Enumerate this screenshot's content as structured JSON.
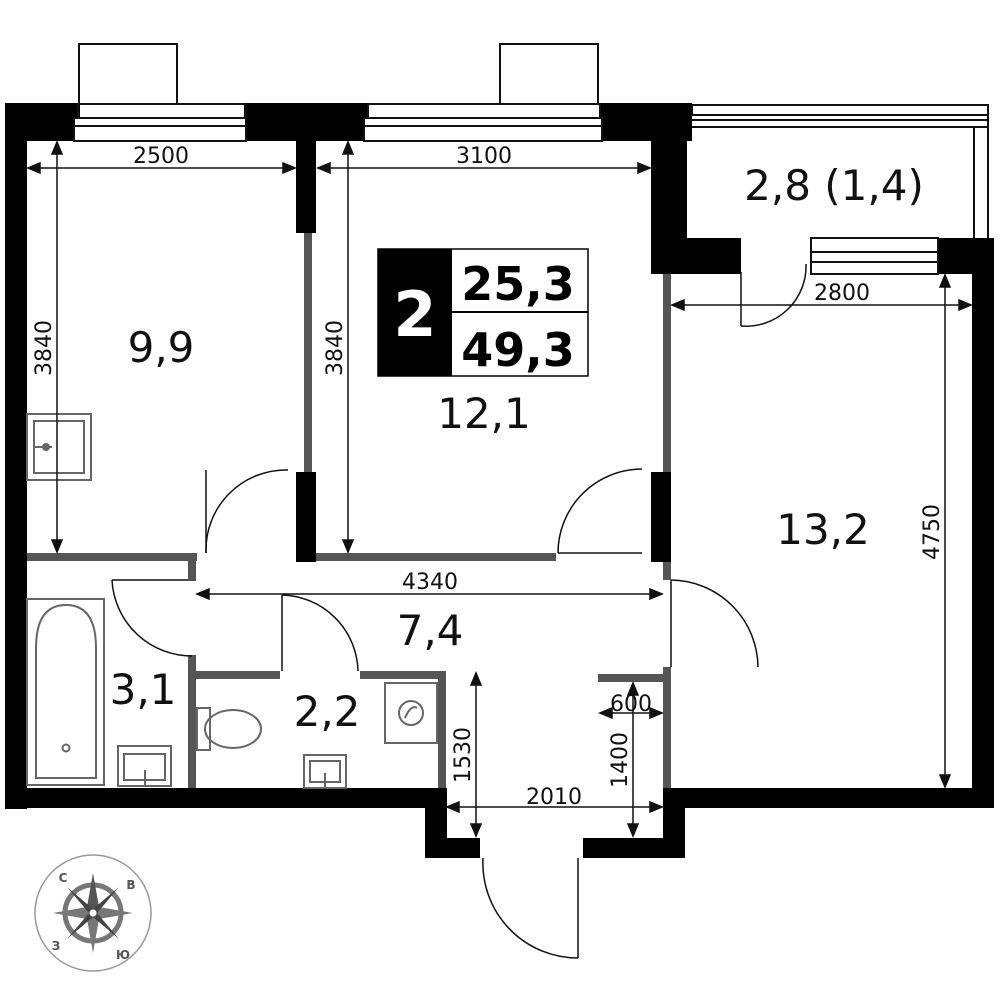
{
  "plan": {
    "rooms": [
      {
        "key": "bedroom1",
        "area": "9,9"
      },
      {
        "key": "bedroom2",
        "area": "12,1"
      },
      {
        "key": "living",
        "area": "13,2"
      },
      {
        "key": "hall",
        "area": "7,4"
      },
      {
        "key": "bathroom",
        "area": "3,1"
      },
      {
        "key": "wc",
        "area": "2,2"
      },
      {
        "key": "balcony",
        "area": "2,8 (1,4)"
      }
    ],
    "dimensions": [
      "2500",
      "3100",
      "2800",
      "3840",
      "3840",
      "4750",
      "4340",
      "1530",
      "1400",
      "600",
      "2010"
    ]
  },
  "badge": {
    "rooms": "2",
    "living_area": "25,3",
    "total_area": "49,3"
  },
  "compass": {
    "north": "С",
    "east": "В",
    "south": "Ю",
    "west": "З"
  },
  "colors": {
    "wall": "#000000",
    "partition": "#555555",
    "line": "#111111",
    "fixture": "#666666"
  }
}
